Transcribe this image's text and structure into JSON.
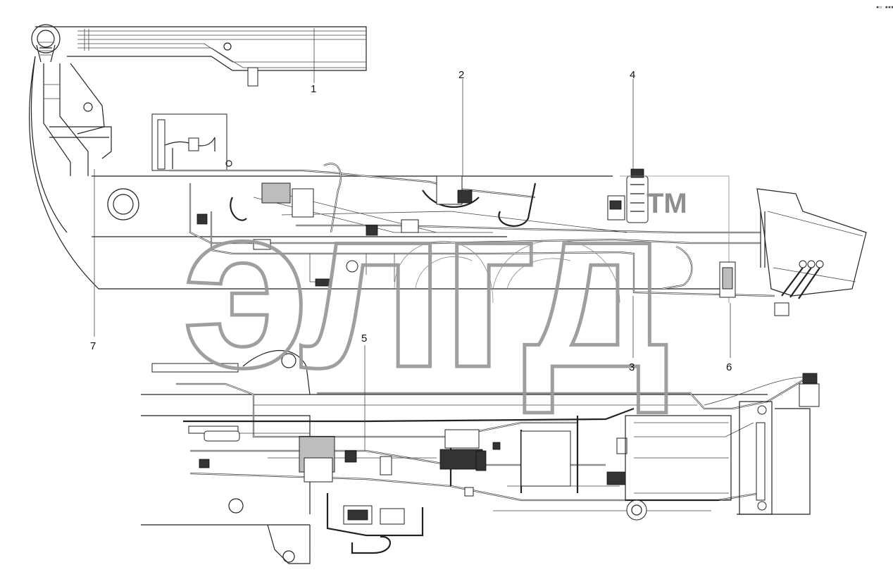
{
  "drawing": {
    "corner_mark": "▪▫ ▪▪▪",
    "watermark": {
      "text": "элгд",
      "trademark": "TM"
    },
    "callouts": [
      {
        "id": "1",
        "label": "1"
      },
      {
        "id": "2",
        "label": "2"
      },
      {
        "id": "3",
        "label": "3"
      },
      {
        "id": "4",
        "label": "4"
      },
      {
        "id": "5",
        "label": "5"
      },
      {
        "id": "6",
        "label": "6"
      },
      {
        "id": "7",
        "label": "7"
      }
    ]
  }
}
